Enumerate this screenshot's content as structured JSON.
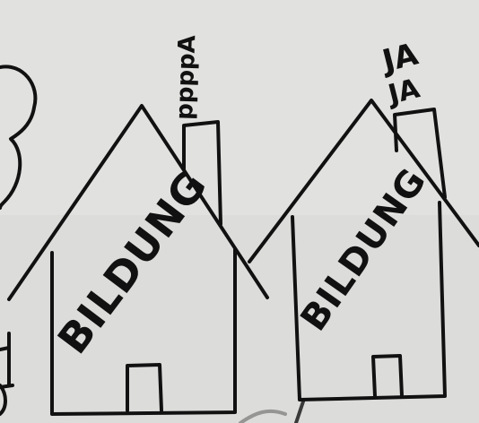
{
  "scene": {
    "house_left": {
      "label": "BILDUNG",
      "smoke": "ppppA"
    },
    "house_right": {
      "label": "BILDUNG",
      "smoke_top": "JA",
      "smoke_bottom": "JA"
    }
  }
}
